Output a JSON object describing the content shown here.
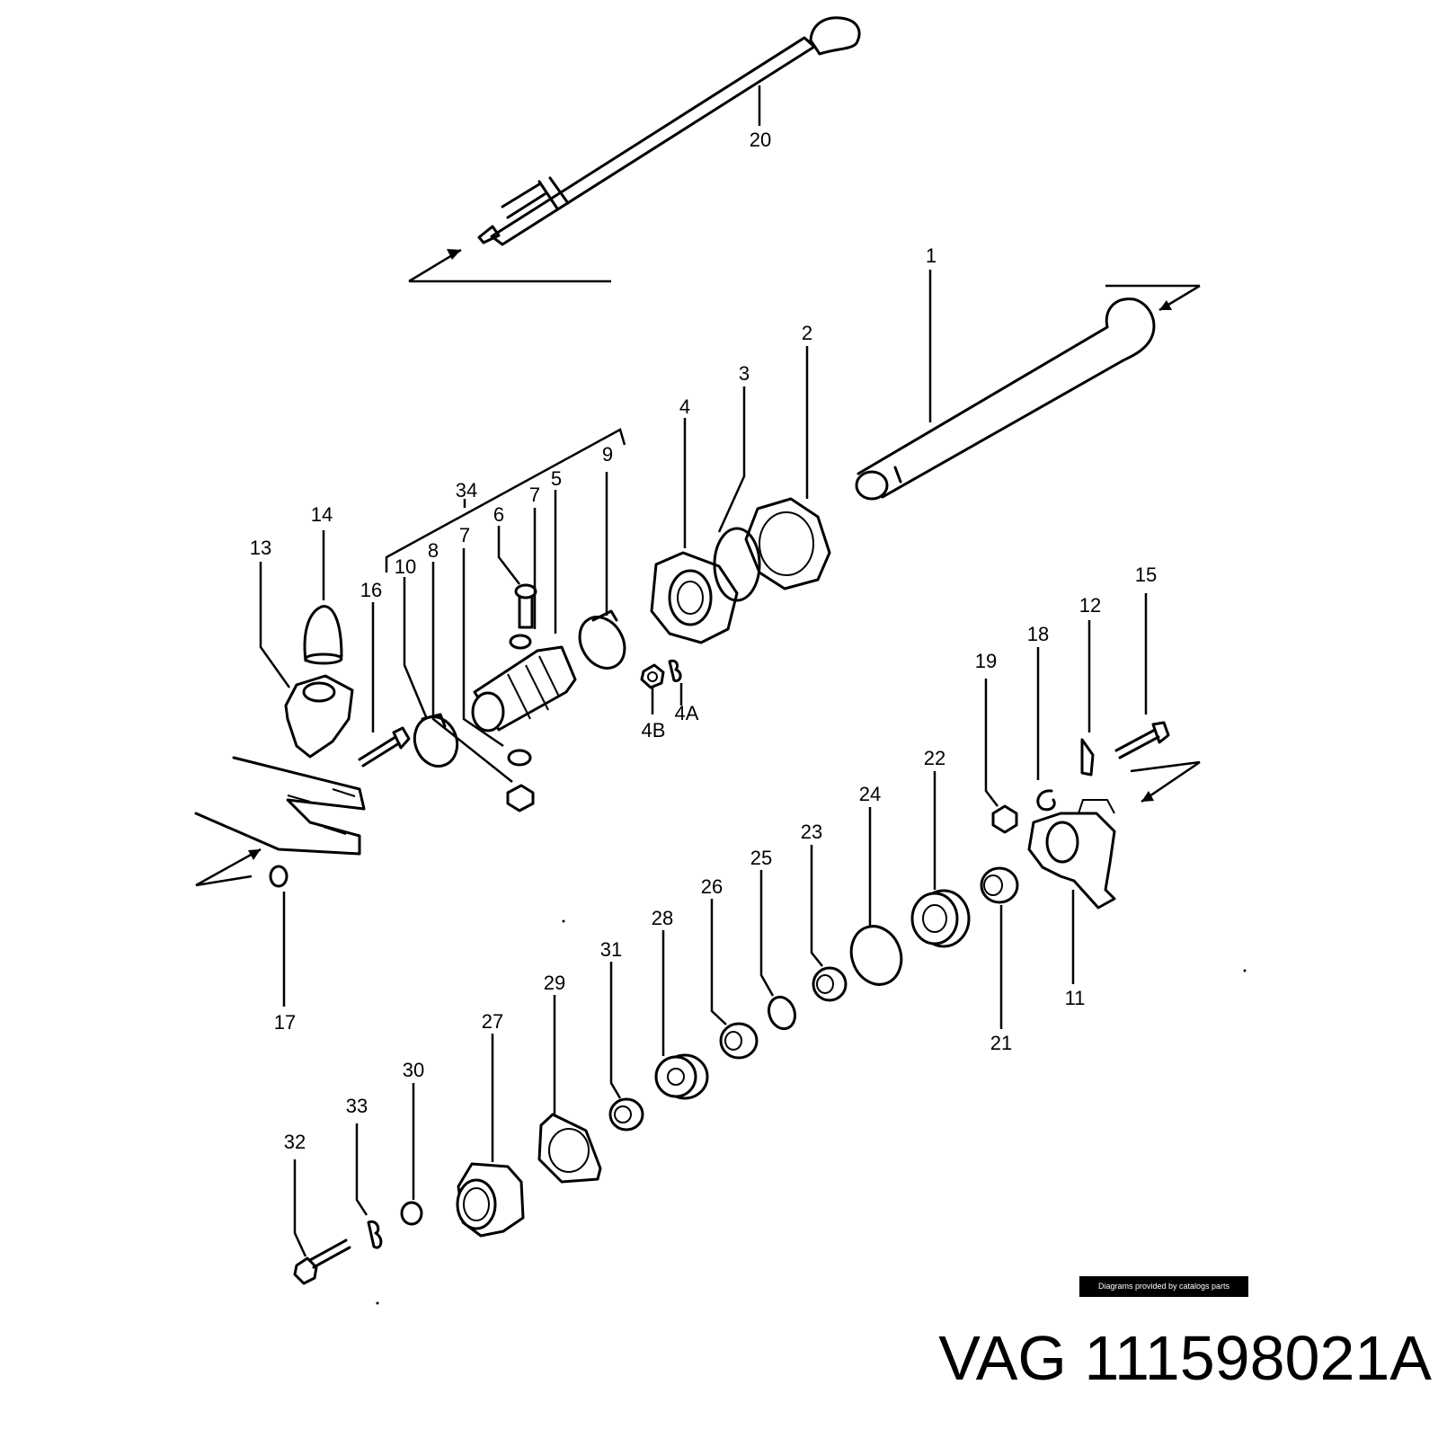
{
  "diagram": {
    "callouts": [
      "1",
      "2",
      "3",
      "4",
      "4A",
      "4B",
      "5",
      "6",
      "7",
      "7",
      "8",
      "9",
      "10",
      "11",
      "12",
      "13",
      "14",
      "15",
      "16",
      "17",
      "18",
      "19",
      "20",
      "21",
      "22",
      "23",
      "24",
      "25",
      "26",
      "27",
      "28",
      "29",
      "30",
      "31",
      "32",
      "33",
      "34"
    ]
  },
  "credit": "Diagrams provided by catalogs parts",
  "title": "VAG 111598021A"
}
